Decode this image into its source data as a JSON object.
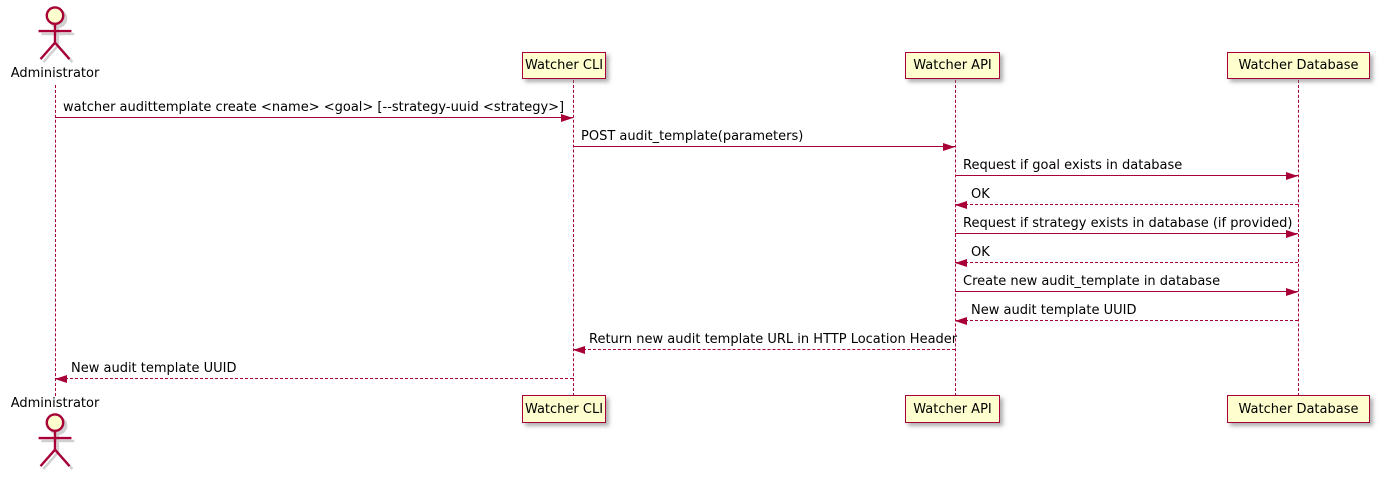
{
  "diagram": {
    "type": "sequence",
    "colors": {
      "border": "#A80036",
      "participant_fill": "#FEFECE",
      "arrow": "#A80036",
      "text": "#000000",
      "background": "#FFFFFF"
    },
    "participants": [
      {
        "id": "administrator",
        "label": "Administrator",
        "kind": "actor"
      },
      {
        "id": "watcher-cli",
        "label": "Watcher CLI",
        "kind": "participant"
      },
      {
        "id": "watcher-api",
        "label": "Watcher API",
        "kind": "participant"
      },
      {
        "id": "watcher-database",
        "label": "Watcher Database",
        "kind": "participant"
      }
    ],
    "messages": [
      {
        "from": "Administrator",
        "to": "Watcher CLI",
        "label": "watcher audittemplate create <name> <goal> [--strategy-uuid <strategy>]",
        "style": "solid"
      },
      {
        "from": "Watcher CLI",
        "to": "Watcher API",
        "label": "POST audit_template(parameters)",
        "style": "solid"
      },
      {
        "from": "Watcher API",
        "to": "Watcher Database",
        "label": "Request if goal exists in database",
        "style": "solid"
      },
      {
        "from": "Watcher Database",
        "to": "Watcher API",
        "label": "OK",
        "style": "dashed"
      },
      {
        "from": "Watcher API",
        "to": "Watcher Database",
        "label": "Request if strategy exists in database (if provided)",
        "style": "solid"
      },
      {
        "from": "Watcher Database",
        "to": "Watcher API",
        "label": "OK",
        "style": "dashed"
      },
      {
        "from": "Watcher API",
        "to": "Watcher Database",
        "label": "Create new audit_template in database",
        "style": "solid"
      },
      {
        "from": "Watcher Database",
        "to": "Watcher API",
        "label": "New audit template UUID",
        "style": "dashed"
      },
      {
        "from": "Watcher API",
        "to": "Watcher CLI",
        "label": "Return new audit template URL in HTTP Location Header",
        "style": "dashed"
      },
      {
        "from": "Watcher CLI",
        "to": "Administrator",
        "label": "New audit template UUID",
        "style": "dashed"
      }
    ]
  }
}
